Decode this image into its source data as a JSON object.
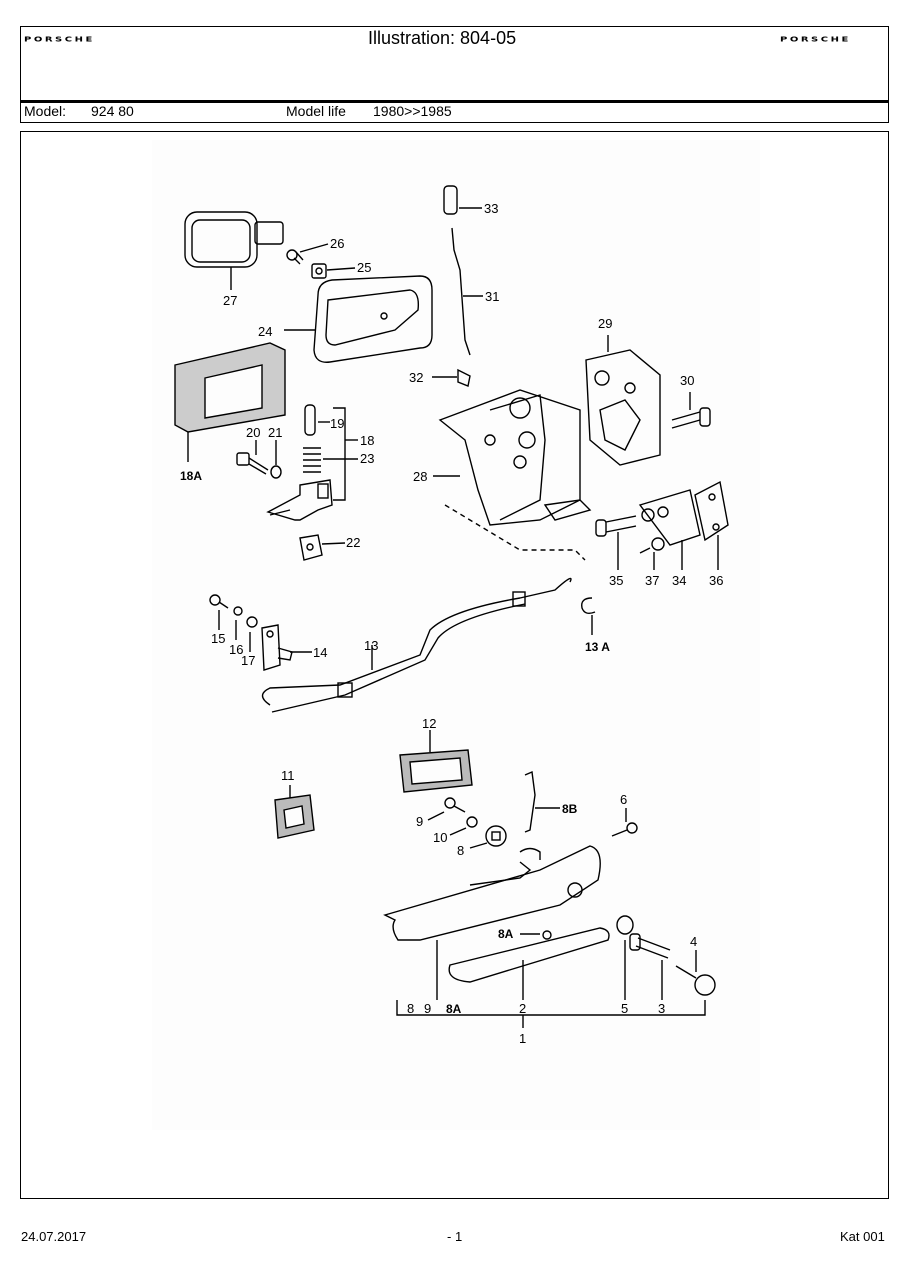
{
  "header": {
    "brand_left": "PORSCHE",
    "brand_right": "PORSCHE",
    "title": "Illustration: 804-05"
  },
  "model": {
    "model_label": "Model:",
    "model_value": "924 80",
    "life_label": "Model life",
    "life_value": "1980>>1985"
  },
  "parts": {
    "p1": "1",
    "p2": "2",
    "p3": "3",
    "p4": "4",
    "p5": "5",
    "p6": "6",
    "p8": "8",
    "p8a": "8A",
    "p8b": "8B",
    "p9": "9",
    "p10": "10",
    "p11": "11",
    "p12": "12",
    "p13": "13",
    "p13a": "13 A",
    "p14": "14",
    "p15": "15",
    "p16": "16",
    "p17": "17",
    "p18": "18",
    "p18a": "18A",
    "p19": "19",
    "p20": "20",
    "p21": "21",
    "p22": "22",
    "p23": "23",
    "p24": "24",
    "p25": "25",
    "p26": "26",
    "p27": "27",
    "p28": "28",
    "p29": "29",
    "p30": "30",
    "p31": "31",
    "p32": "32",
    "p33": "33",
    "p34": "34",
    "p35": "35",
    "p36": "36",
    "p37": "37",
    "bottom_8": "8",
    "bottom_9": "9",
    "bottom_8a": "8A",
    "bottom_2": "2",
    "bottom_5": "5",
    "bottom_3": "3",
    "bottom_1": "1"
  },
  "footer": {
    "date": "24.07.2017",
    "page": "- 1",
    "catalog": "Kat 001"
  }
}
